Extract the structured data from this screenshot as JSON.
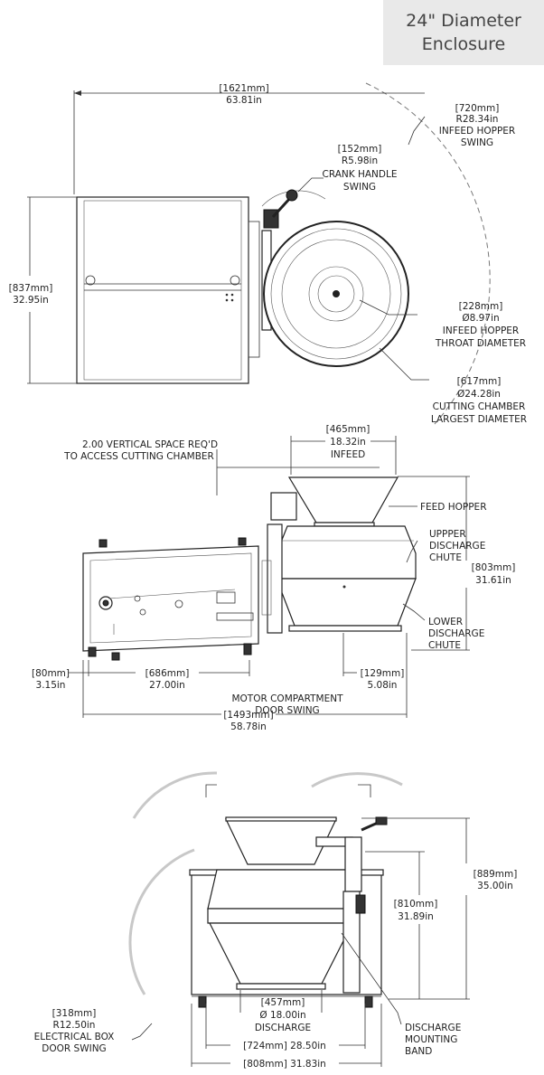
{
  "badge": {
    "line1": "24\" Diameter",
    "line2": "Enclosure"
  },
  "top_view": {
    "overall_width": [
      "[1621mm]",
      "63.81in"
    ],
    "hopper_swing": [
      "[720mm]",
      "R28.34in",
      "INFEED HOPPER",
      "SWING"
    ],
    "crank_swing": [
      "[152mm]",
      "R5.98in",
      "CRANK HANDLE",
      "SWING"
    ],
    "depth": [
      "[837mm]",
      "32.95in"
    ],
    "throat": [
      "[228mm]",
      "Ø8.97in",
      "INFEED HOPPER",
      "THROAT DIAMETER"
    ],
    "chamber": [
      "[617mm]",
      "Ø24.28in",
      "CUTTING CHAMBER",
      "LARGEST DIAMETER"
    ]
  },
  "side_view": {
    "vertical_space": [
      "2.00 VERTICAL SPACE REQ'D",
      "TO ACCESS CUTTING CHAMBER"
    ],
    "infeed": [
      "[465mm]",
      "18.32in",
      "INFEED"
    ],
    "feed_hopper": "FEED HOPPER",
    "upper_chute": [
      "UPPPER",
      "DISCHARGE",
      "CHUTE"
    ],
    "height": [
      "[803mm]",
      "31.61in"
    ],
    "lower_chute": [
      "LOWER",
      "DISCHARGE",
      "CHUTE"
    ],
    "foot_offset": [
      "[80mm]",
      "3.15in"
    ],
    "cabinet_length": [
      "[686mm]",
      "27.00in"
    ],
    "chute_clearance": [
      "[129mm]",
      "5.08in"
    ],
    "overall_length": [
      "[1493mm]",
      "58.78in"
    ]
  },
  "front_view": {
    "motor_door": [
      "MOTOR COMPARTMENT",
      "DOOR SWING"
    ],
    "height_inner": [
      "[810mm]",
      "31.89in"
    ],
    "height_outer": [
      "[889mm]",
      "35.00in"
    ],
    "discharge": [
      "[457mm]",
      "Ø 18.00in",
      "DISCHARGE"
    ],
    "mounting_band": [
      "DISCHARGE",
      "MOUNTING",
      "BAND"
    ],
    "elec_door": [
      "[318mm]",
      "R12.50in",
      "ELECTRICAL BOX",
      "DOOR SWING"
    ],
    "width_inner": [
      "[724mm] 28.50in"
    ],
    "width_outer": [
      "[808mm] 31.83in"
    ]
  }
}
